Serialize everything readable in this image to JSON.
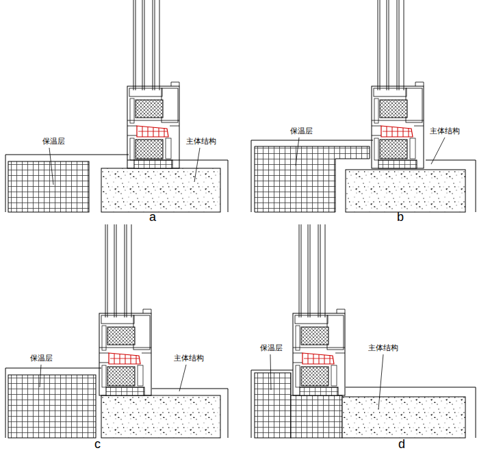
{
  "diagram": {
    "labels": [
      "保温层",
      "主体结构",
      "a",
      "保温层",
      "主体结构",
      "b",
      "保温层",
      "主体结构",
      "c",
      "保温层",
      "主体结构",
      "d"
    ]
  }
}
